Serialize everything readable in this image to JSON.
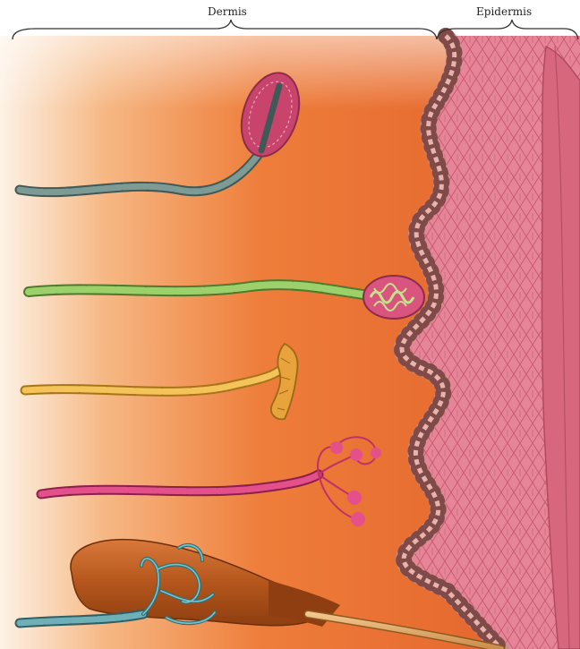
{
  "labels": {
    "dermis": "Dermis",
    "epidermis": "Epidermis"
  },
  "colors": {
    "dermis_orange": "#f07a32",
    "dermis_fade": "#fbe6d2",
    "epidermis_pink": "#e27a8f",
    "stratum_corneum": "#d86479",
    "basal_cell": "#c9908a",
    "nerve_gray": "#6e8a86",
    "nerve_green": "#8fc65a",
    "nerve_yellow": "#f0b84a",
    "nerve_magenta": "#e0437c",
    "nerve_teal": "#5f9fa8",
    "hair_follicle": "#b4561c"
  },
  "receptors": [
    "meissner-corpuscle",
    "krause-end-bulb",
    "ruffini-ending",
    "merkel-disc",
    "hair-follicle-receptor"
  ]
}
